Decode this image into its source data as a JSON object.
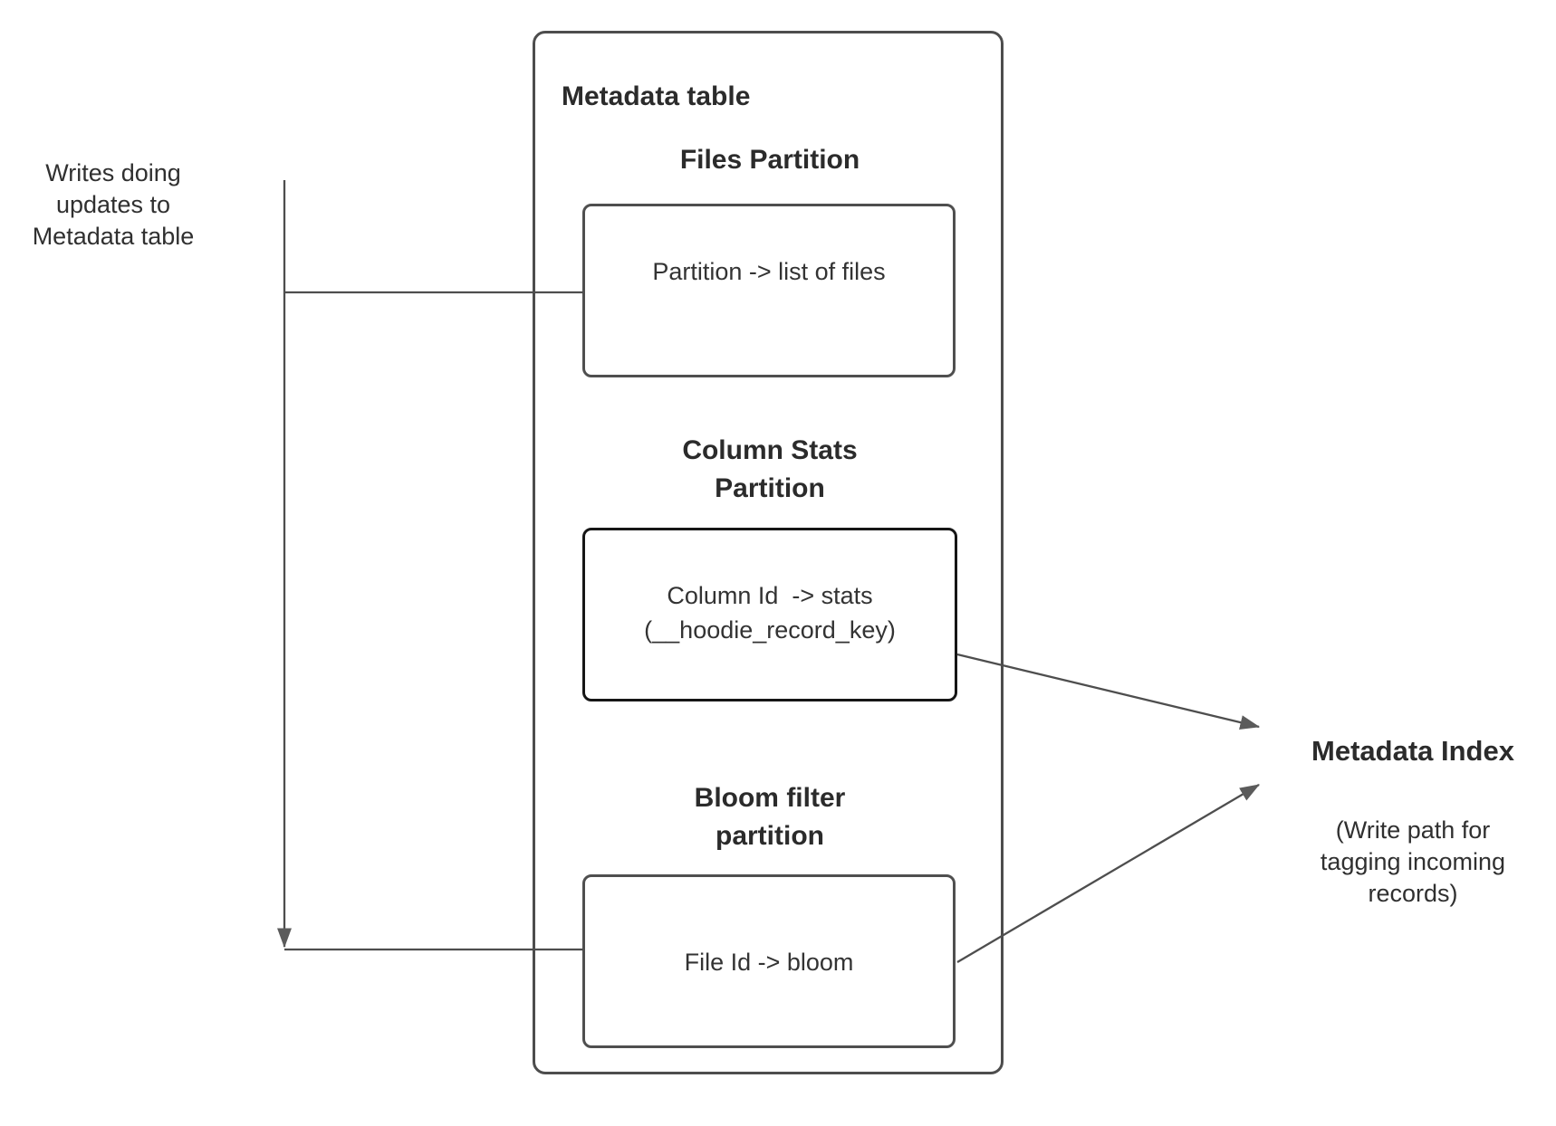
{
  "notes": {
    "writes_note": "Writes doing\nupdates to\nMetadata table"
  },
  "metadata_table": {
    "title": "Metadata table",
    "sections": [
      {
        "heading": "Files Partition",
        "label": "Partition -> list of files"
      },
      {
        "heading": "Column Stats\nPartition",
        "label": "Column Id  -> stats\n(__hoodie_record_key)"
      },
      {
        "heading": "Bloom filter\npartition",
        "label": "File Id -> bloom"
      }
    ]
  },
  "metadata_index": {
    "title": "Metadata Index",
    "subtitle": "(Write path for\ntagging incoming\nrecords)"
  },
  "colors": {
    "box_border": "#4d4d4d",
    "stats_box_border": "#161616",
    "connector_line": "#4e4e4e",
    "arrowhead": "#5b5b5b",
    "text": "#2e2e2e"
  }
}
